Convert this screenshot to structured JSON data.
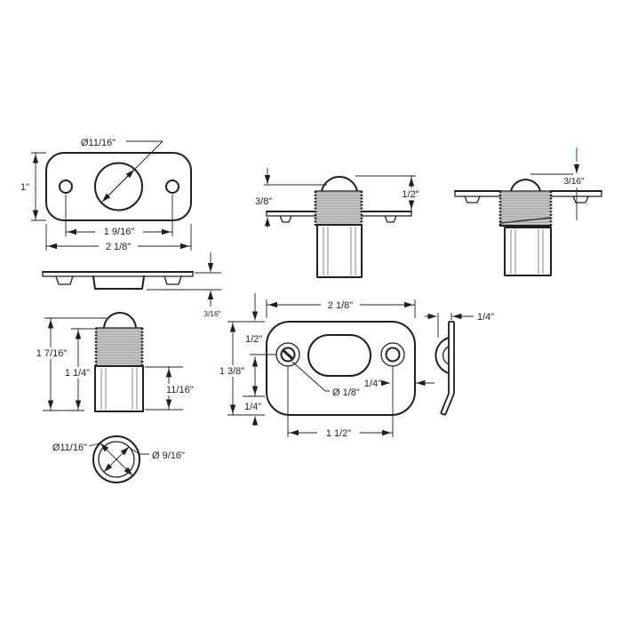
{
  "drawing": {
    "type": "technical-dimension-drawing",
    "subject": "ball catch door hardware with strike plate",
    "colors": {
      "line": "#1f1f1f",
      "thread_fill": "#cacaca",
      "highlight": "#74a9d8",
      "text": "#1f1f1f"
    },
    "views": {
      "faceplate_front": {
        "name": "faceplate front view",
        "labels": {
          "hole_diameter": "Ø11/16\"",
          "height": "1\"",
          "hole_spacing": "1 9/16\"",
          "width": "2 1/8\""
        }
      },
      "faceplate_edge": {
        "name": "faceplate edge view",
        "labels": {
          "thickness": "3/16\""
        }
      },
      "body_side": {
        "name": "catch body side view",
        "labels": {
          "overall_length": "1 7/16\"",
          "threaded_length": "1 1/4\"",
          "barrel_length": "11/16\""
        }
      },
      "body_bottom": {
        "name": "catch body bottom view",
        "labels": {
          "outer_diameter": "Ø11/16\"",
          "inner_diameter": "Ø 9/16\""
        }
      },
      "installed_extended": {
        "name": "installed side view, ball extended",
        "labels": {
          "ball_projection": "3/8\"",
          "ball_height": "1/2\""
        }
      },
      "installed_depressed": {
        "name": "installed side view, ball depressed",
        "labels": {
          "ball_projection": "3/16\""
        }
      },
      "strike_front": {
        "name": "strike plate front view",
        "labels": {
          "width": "2 1/8\"",
          "top_to_hole": "1/2\"",
          "height": "1 3/8\"",
          "bottom_margin": "1/4\"",
          "screw_hole_diameter": "Ø 1/8\"",
          "edge_margin": "1/4\"",
          "hole_spacing": "1 1/2\""
        }
      },
      "strike_edge": {
        "name": "strike plate edge view",
        "labels": {
          "depth": "1/4\""
        }
      }
    }
  }
}
